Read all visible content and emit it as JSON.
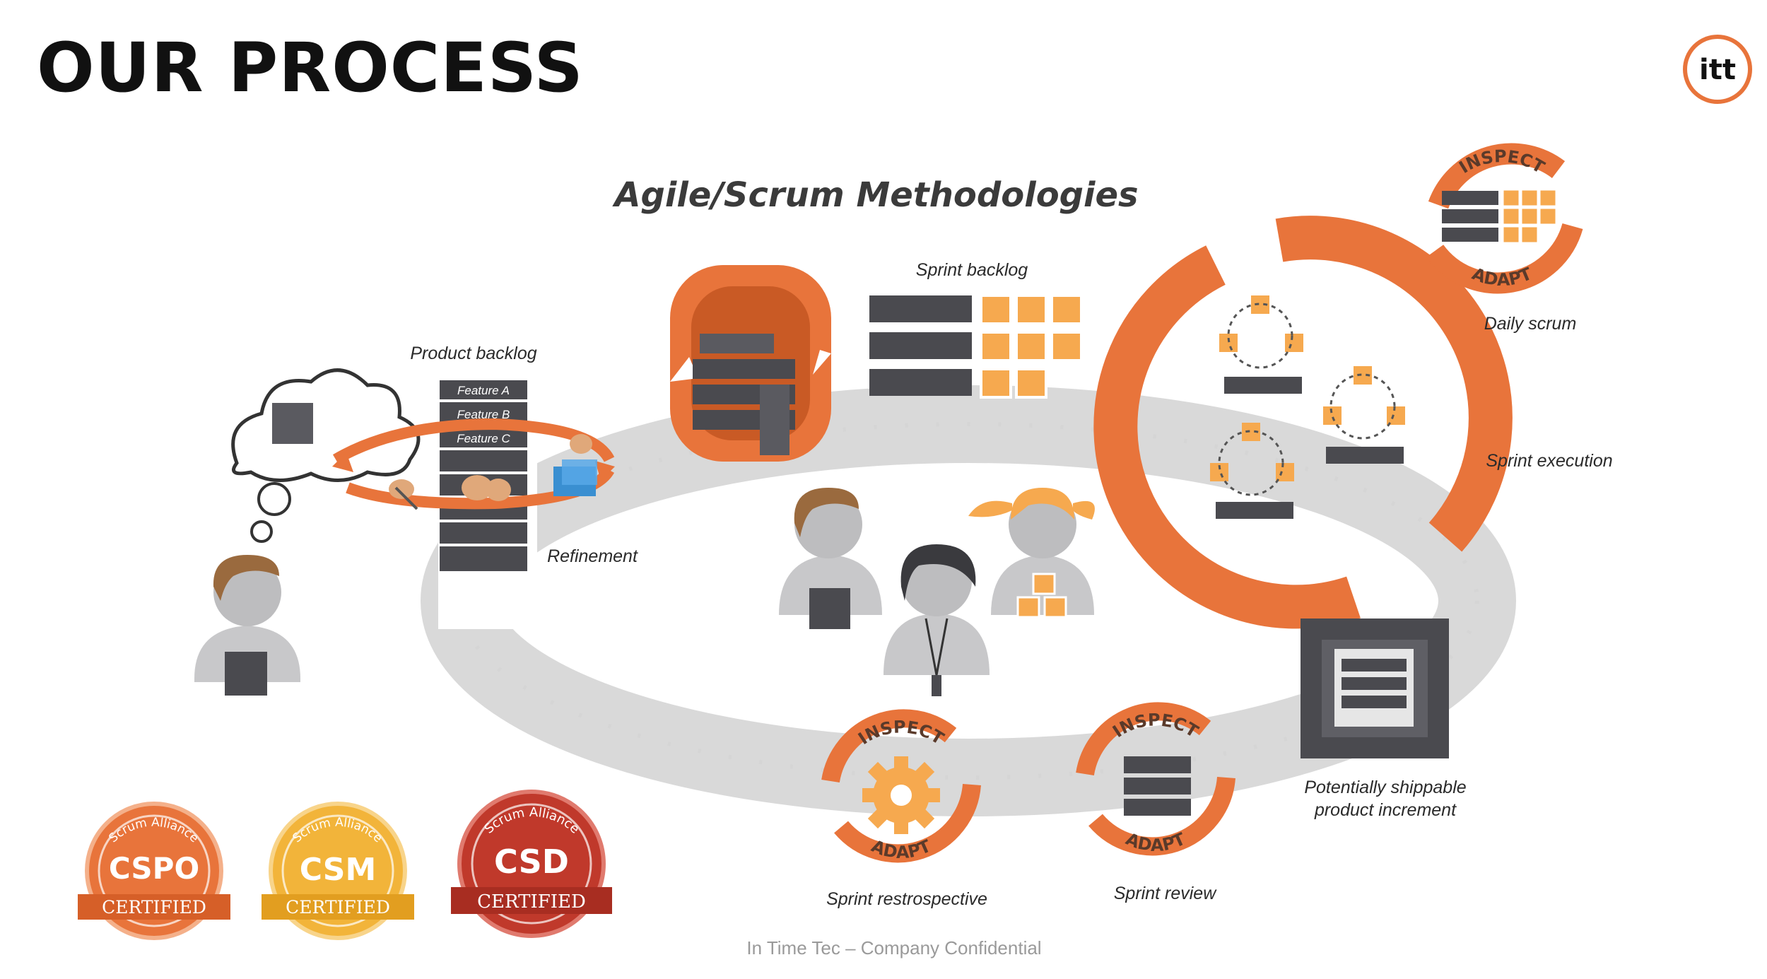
{
  "header": {
    "title": "OUR PROCESS",
    "logo_text": "itt"
  },
  "diagram": {
    "heading": "Agile/Scrum Methodologies",
    "labels": {
      "product_backlog": "Product backlog",
      "refinement": "Refinement",
      "sprint_backlog": "Sprint backlog",
      "daily_scrum": "Daily scrum",
      "sprint_execution": "Sprint execution",
      "increment_line1": "Potentially shippable",
      "increment_line2": "product increment",
      "sprint_review": "Sprint review",
      "sprint_retrospective": "Sprint restrospective"
    },
    "features": [
      "Feature A",
      "Feature B",
      "Feature C"
    ],
    "inspect": "INSPECT",
    "adapt": "ADAPT"
  },
  "badges": [
    {
      "top": "Scrum Alliance",
      "main": "CSPO",
      "bottom": "CERTIFIED"
    },
    {
      "top": "Scrum Alliance",
      "main": "CSM",
      "bottom": "CERTIFIED"
    },
    {
      "top": "Scrum Alliance",
      "main": "CSD",
      "bottom": "CERTIFIED"
    }
  ],
  "footer": {
    "text": "In Time Tec – Company Confidential"
  },
  "colors": {
    "orange": "#e8743b",
    "gray_dark": "#4a4a4f",
    "gray_band": "#d9d9d9",
    "cspo": "#e8743b",
    "csm": "#f2b43a",
    "csd": "#c0392b"
  }
}
